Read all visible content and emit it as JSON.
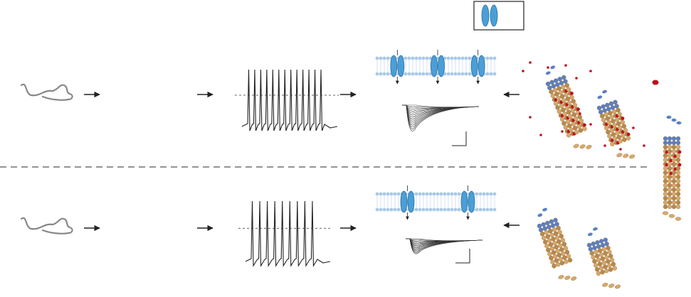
{
  "figure": {
    "legend_box": {
      "icon": "ion-channel-pair-icon"
    },
    "rows": [
      {
        "id": "top",
        "subject": "mouse-icon",
        "trace": "action-potential-train",
        "channels": 3,
        "currents": "sodium-current-family",
        "microtubule_pieces": 2,
        "beta_tubulin": "decorated"
      },
      {
        "id": "bottom",
        "subject": "mouse-icon",
        "trace": "action-potential-train",
        "channels": 2,
        "currents": "sodium-current-family",
        "microtubule_pieces": 2,
        "beta_tubulin": "bare"
      }
    ],
    "colors": {
      "channel": "#4a9fd8",
      "channel_stroke": "#2d6e9c",
      "membrane": "#a9c9e6",
      "tubulin_tan": "#d7a86b",
      "tubulin_dark": "#b8894d",
      "tubulin_blue": "#5b7fc2",
      "marker_red": "#c0101a",
      "trace": "#222222",
      "divider": "#555555"
    }
  }
}
